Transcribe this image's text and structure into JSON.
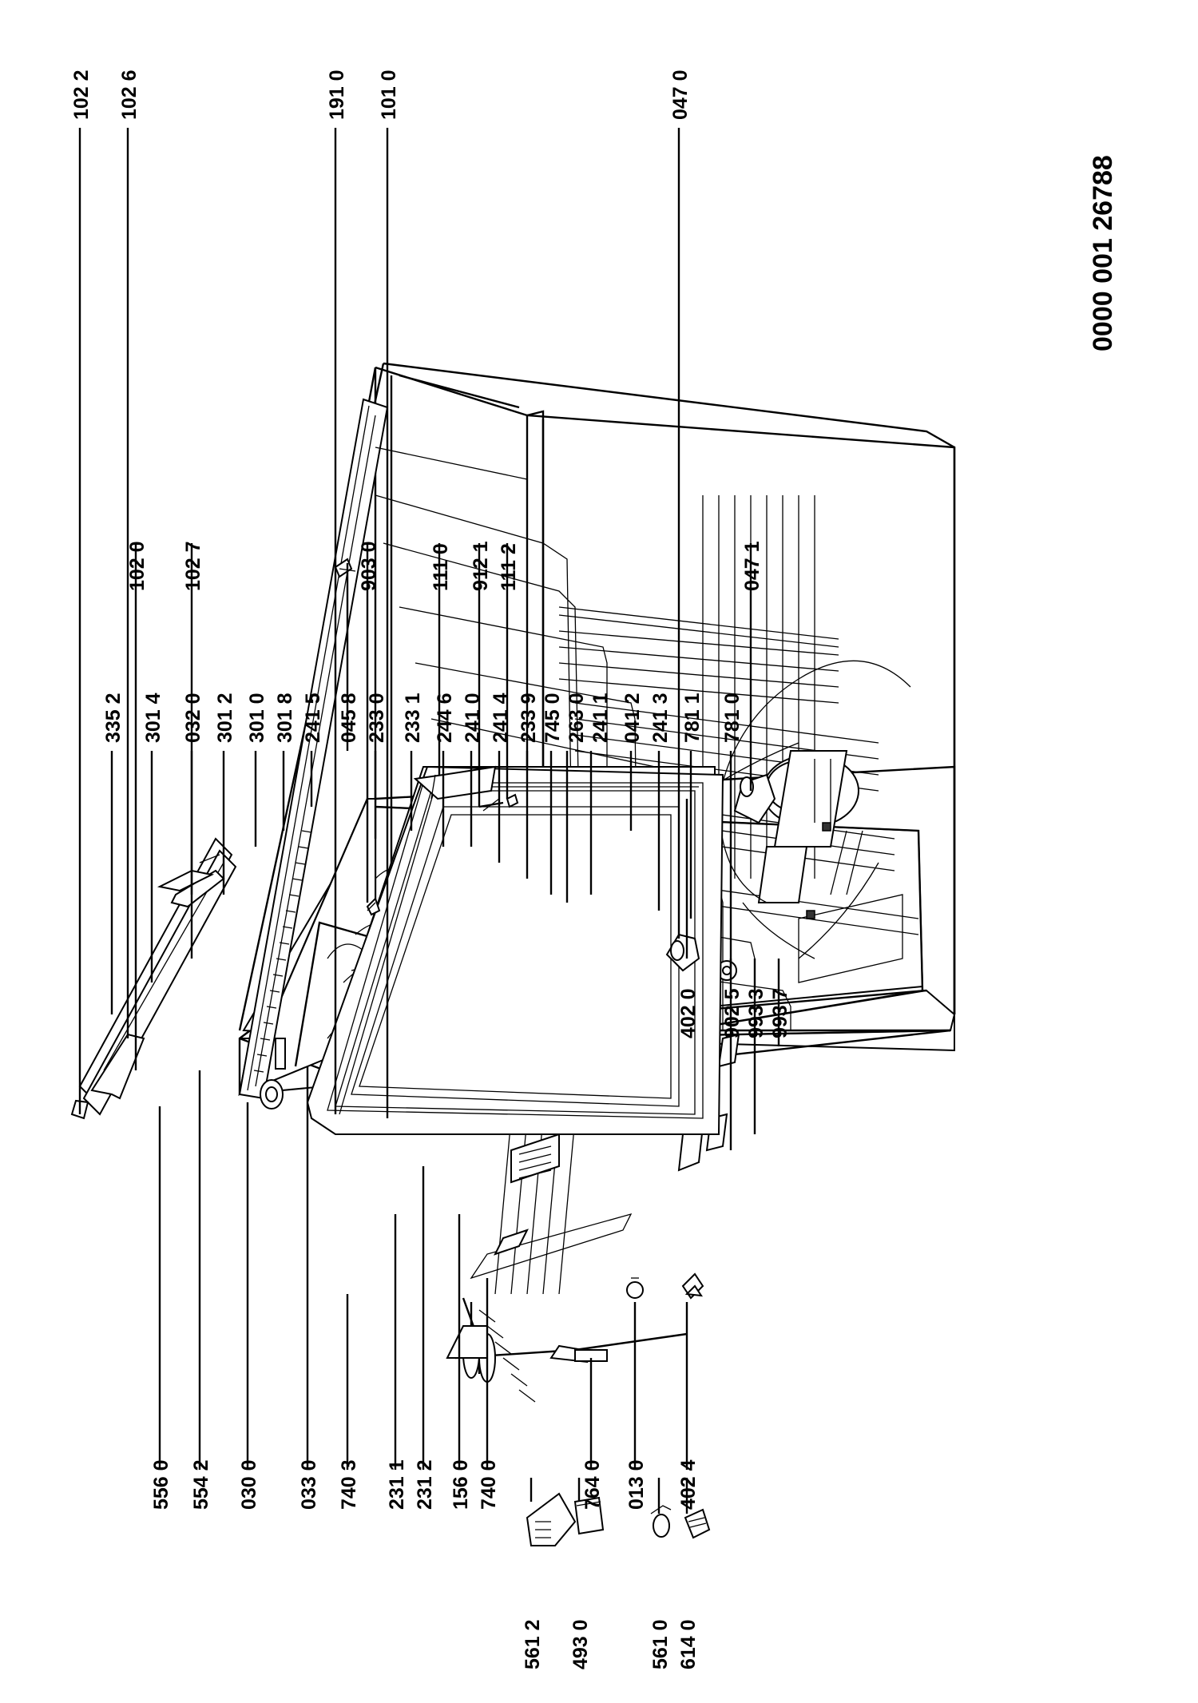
{
  "document_id": "0000 001 26788",
  "labels": {
    "bottom_row": [
      "556 0",
      "554 2",
      "030 0",
      "033 0",
      "740 3",
      "231 1",
      "231 2",
      "156 0",
      "740 0",
      "764 0",
      "013 0",
      "402 4",
      "402 0",
      "902 5",
      "993 3",
      "993 7"
    ],
    "top_row": [
      "335 2",
      "301 4",
      "032 0",
      "301 2",
      "301 0",
      "301 8",
      "241 5",
      "045 8",
      "233 0",
      "233 1",
      "244 6",
      "241 0",
      "241 4",
      "233 9",
      "745 0",
      "263 0",
      "241 1",
      "041 2",
      "241 3",
      "781 1",
      "781 0"
    ],
    "accessories": [
      "561 2",
      "493 0",
      "561 0",
      "614 0"
    ],
    "door_left": [
      "102 0",
      "102 7",
      "903 0",
      "111 0",
      "912 1",
      "111 2",
      "047 1"
    ],
    "door_right": [
      "102 2",
      "102 6",
      "191 0",
      "101 0",
      "047 0"
    ]
  }
}
